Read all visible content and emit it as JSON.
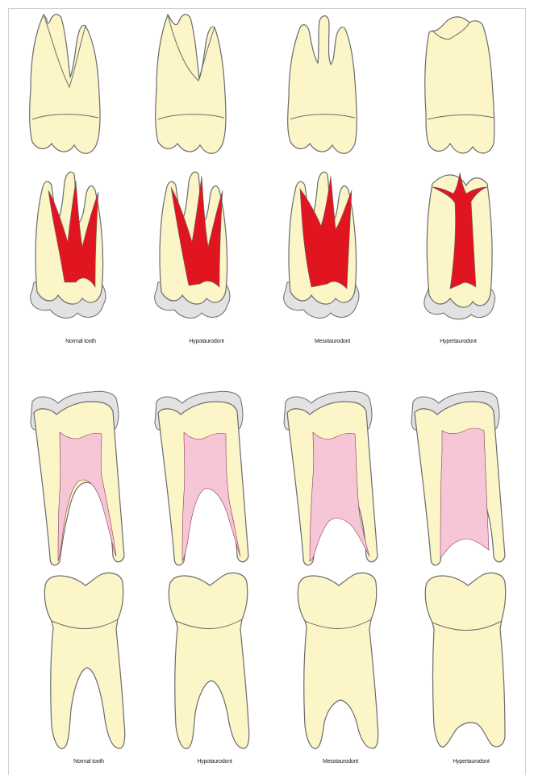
{
  "upper_row_captions": [
    "Normal tooth",
    "Hypotaurodont",
    "Mesotaurodont",
    "Hypertaurodont"
  ],
  "lower_row_captions": [
    "Normal tooth",
    "Hypotaurodont",
    "Mesotaurodont",
    "Hypertaurodont"
  ],
  "colors": {
    "dentin": "#fbf5c8",
    "outline": "#6b6b6b",
    "enamel": "#e2e2e2",
    "pulp_upper": "#e0151f",
    "pulp_lower": "#f7c6d6"
  }
}
